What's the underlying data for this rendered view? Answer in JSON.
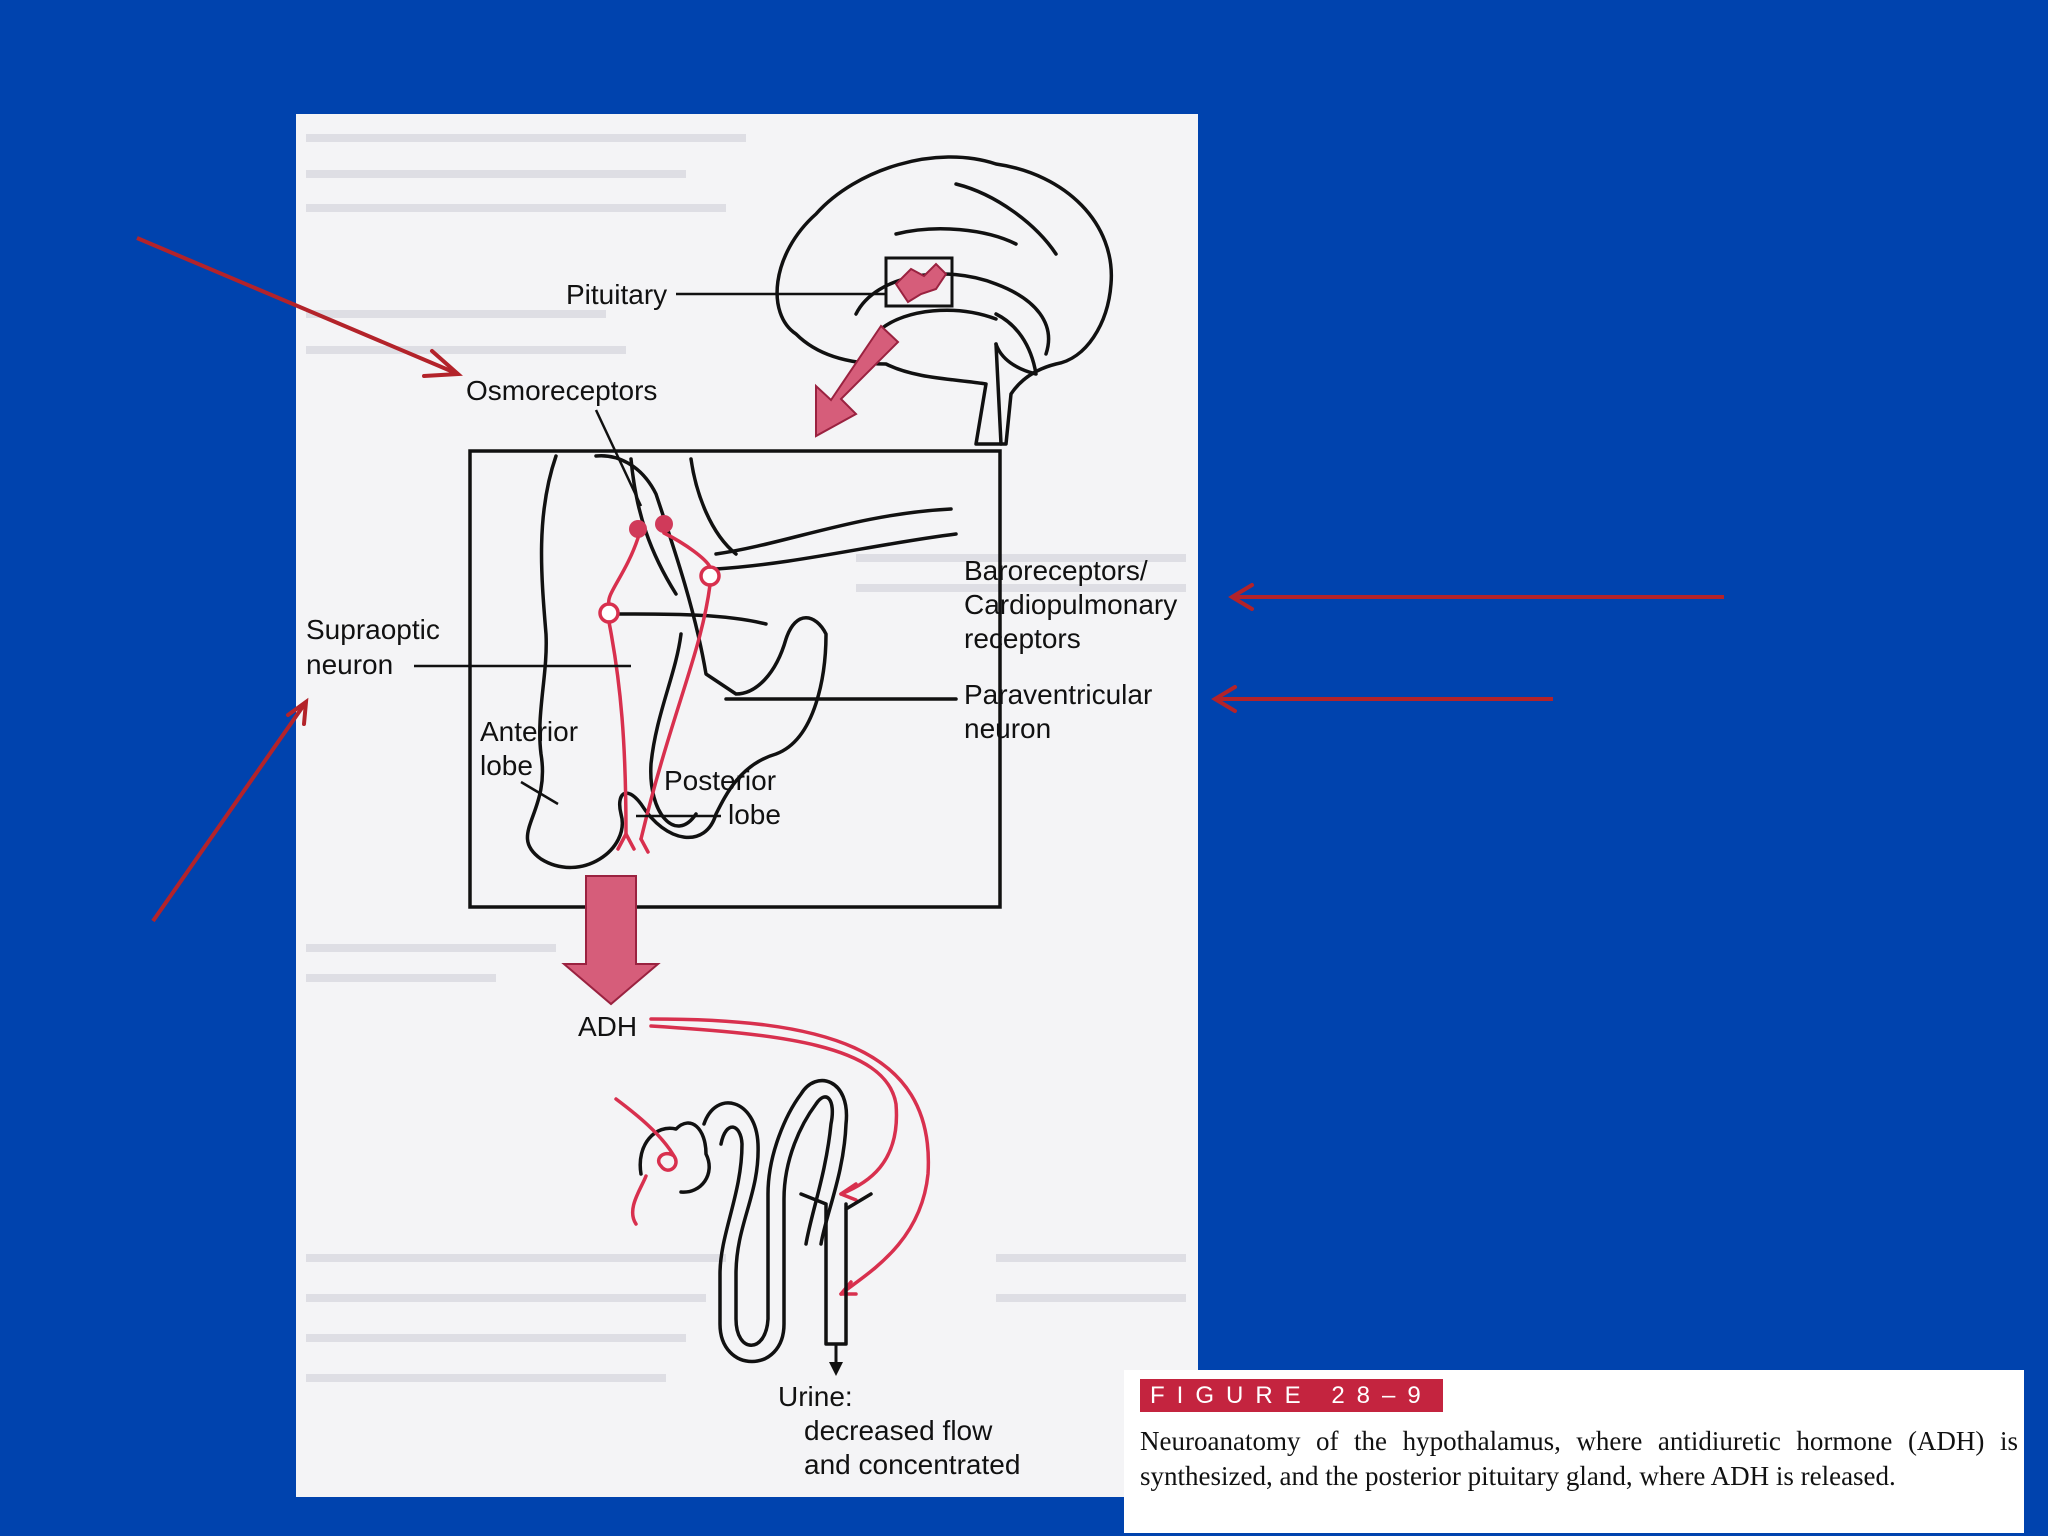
{
  "figure": {
    "labels": {
      "pituitary": "Pituitary",
      "osmoreceptors": "Osmoreceptors",
      "baroreceptors_line1": "Baroreceptors/",
      "baroreceptors_line2": "Cardiopulmonary",
      "baroreceptors_line3": "receptors",
      "supraoptic_line1": "Supraoptic",
      "supraoptic_line2": "neuron",
      "paraventricular_line1": "Paraventricular",
      "paraventricular_line2": "neuron",
      "anterior_line1": "Anterior",
      "anterior_line2": "lobe",
      "posterior_line1": "Posterior",
      "posterior_line2": "lobe",
      "adh": "ADH",
      "urine_line1": "Urine:",
      "urine_line2": "decreased flow",
      "urine_line3": "and concentrated"
    }
  },
  "caption": {
    "tag": "FIGURE 28–9",
    "text": "Neuroanatomy of the hypothalamus, where antidiuretic hormone (ADH) is synthesized, and the posterior pituitary gland, where ADH is released."
  },
  "colors": {
    "background": "#0043ae",
    "annotation_arrows": "#b3232a",
    "figure_accent": "#d03a5a",
    "caption_tag": "#c4243f"
  }
}
